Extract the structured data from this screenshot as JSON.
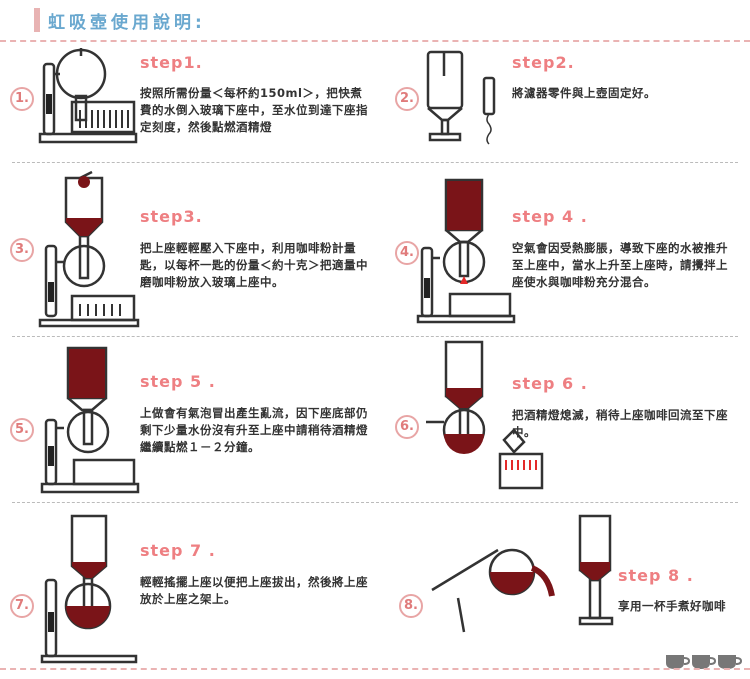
{
  "title": "虹吸壺使用說明:",
  "colors": {
    "coffee": "#7a1418",
    "accent": "#ee7f82",
    "title": "#6aa8cf",
    "outline": "#333333",
    "dash": "#eab3b3",
    "flame": "#e32a2a"
  },
  "steps": [
    {
      "num": "1.",
      "label": "step1.",
      "text": "按照所需份量＜每杯約150ml＞，把快煮費的水倒入玻璃下座中，至水位到達下座指定刻度，然後點燃酒精燈"
    },
    {
      "num": "2.",
      "label": "step2.",
      "text": "將濾器零件與上壺固定好。"
    },
    {
      "num": "3.",
      "label": "step3.",
      "text": "把上座輕輕壓入下座中，利用咖啡粉計量匙，以每杯一匙的份量＜約十克＞把適量中磨咖啡粉放入玻璃上座中。"
    },
    {
      "num": "4.",
      "label": "step 4 .",
      "text": "空氣會因受熱膨脹，導致下座的水被推升至上座中，當水上升至上座時，請攪拌上座使水與咖啡粉充分混合。"
    },
    {
      "num": "5.",
      "label": "step 5 .",
      "text": "上做會有氣泡冒出產生亂流，因下座底部仍剩下少量水份沒有升至上座中請稍待酒精燈繼續點燃１－２分鐘。"
    },
    {
      "num": "6.",
      "label": "step 6 .",
      "text": "把酒精燈熄滅，稍待上座咖啡回流至下座中。"
    },
    {
      "num": "7.",
      "label": "step 7 .",
      "text": "輕輕搖擺上座以便把上座拔出，然後將上座放於上座之架上。"
    },
    {
      "num": "8.",
      "label": "step 8 .",
      "text": "享用一杯手煮好咖啡"
    }
  ],
  "icons": [
    "siphon-icon",
    "filter-icon",
    "coffee-cup-icon"
  ]
}
